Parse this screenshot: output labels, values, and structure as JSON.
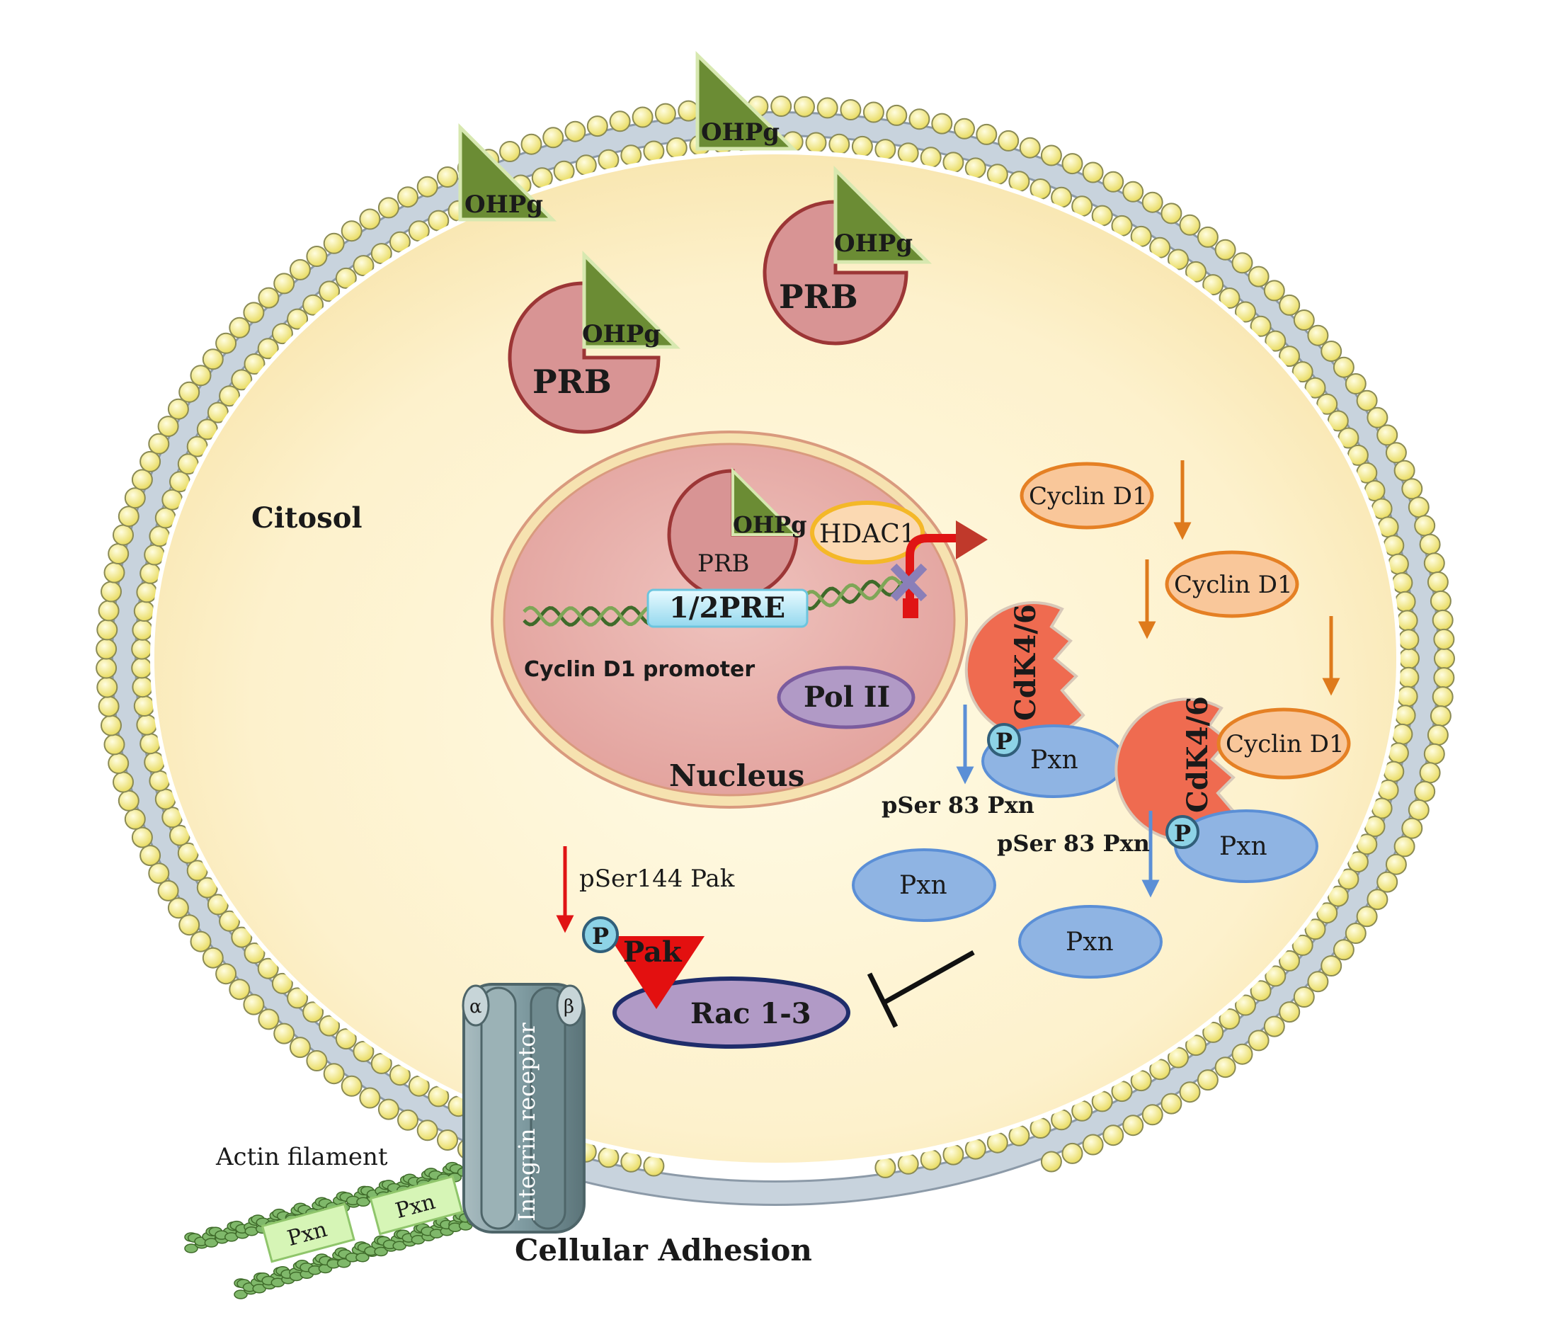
{
  "labels": {
    "citosol": "Citosol",
    "nucleus": "Nucleus",
    "cyclin_d1_promoter": "Cyclin D1 promoter",
    "pol_ii": "Pol II",
    "half_pre": "1/2PRE",
    "hdac1": "HDAC1",
    "prb": "PRB",
    "ohpg": "OHPg",
    "cyclin_d1": "Cyclin D1",
    "cdk46": "CdK4/6",
    "pxn": "Pxn",
    "p": "P",
    "pser83_pxn": "pSer 83 Pxn",
    "pser144_pak": "pSer144 Pak",
    "pak": "Pak",
    "rac13": "Rac 1-3",
    "integrin_receptor": "Integrin receptor",
    "alpha": "α",
    "beta": "β",
    "actin_filament": "Actin filament",
    "cellular_adhesion": "Cellular Adhesion"
  },
  "colors": {
    "cytosol": "#fdf1cc",
    "head_bead": "#fbf29a",
    "prb": "#d89494",
    "prb_stroke": "#9c3636",
    "ohpg": "#6b8c34",
    "nucleus": "#e9b3ae",
    "cyclin": "#f9c79a",
    "cyclin_stroke": "#e58024",
    "cdk": "#ef6b50",
    "pxn": "#8fb4e3",
    "rac": "#b19ac6",
    "pak": "#e31010",
    "arrow_orange": "#de7a1c",
    "arrow_blue": "#5b8fd6",
    "arrow_red": "#e01414"
  }
}
